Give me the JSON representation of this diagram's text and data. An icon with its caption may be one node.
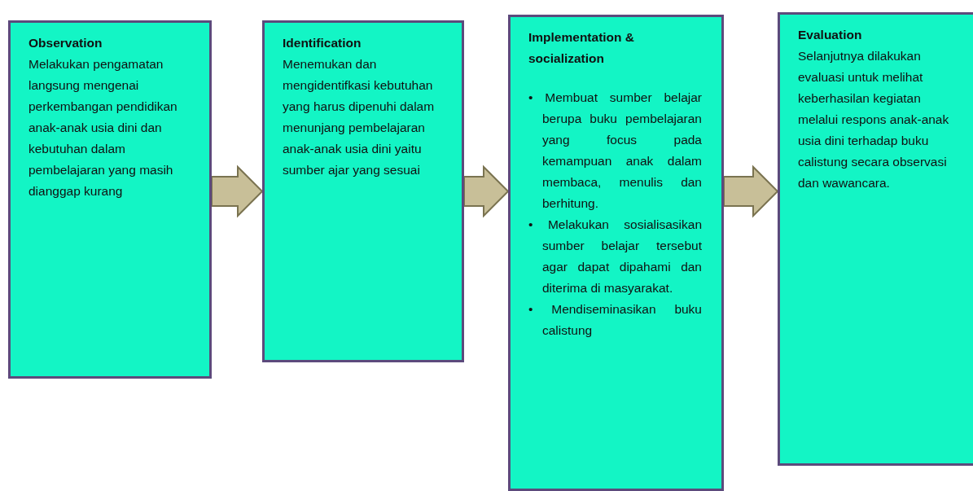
{
  "diagram": {
    "nodes": [
      {
        "text": [
          "Observation",
          "Melakukan pengamatan langsung mengenai perkembangan pendidikan anak-anak usia dini dan kebutuhan dalam pembelajaran yang masih dianggap kurang"
        ]
      },
      {
        "text": [
          "Identification",
          "Menemukan dan mengidentifkasi kebutuhan yang harus dipenuhi dalam menunjang pembelajaran anak-anak usia dini yaitu sumber ajar yang sesuai"
        ]
      },
      {
        "text": [
          "Implementation & socialization",
          "• Membuat sumber belajar berupa buku pembelajaran yang focus pada kemampuan anak dalam membaca, menulis dan berhitung.",
          "• Melakukan sosialisasikan sumber belajar tersebut agar dapat dipahami dan diterima di masyarakat.",
          "• Mendiseminasikan buku calistung"
        ]
      },
      {
        "text": [
          "Evaluation",
          "Selanjutnya dilakukan evaluasi untuk melihat keberhasilan kegiatan melalui respons anak-anak usia dini terhadap buku calistung secara observasi dan wawancara."
        ]
      }
    ],
    "edges": [
      {
        "from": 0,
        "to": 1,
        "arrow": "to"
      },
      {
        "from": 1,
        "to": 2,
        "arrow": "to"
      },
      {
        "from": 2,
        "to": 3,
        "arrow": "to"
      }
    ]
  }
}
